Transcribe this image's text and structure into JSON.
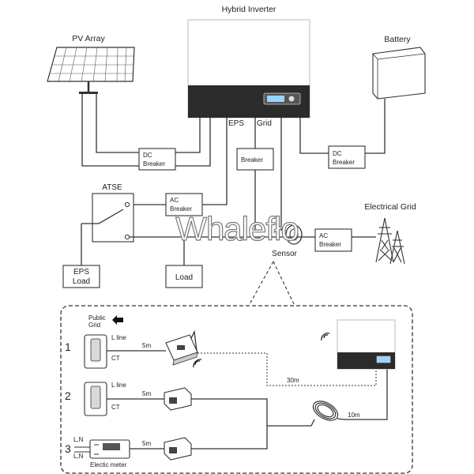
{
  "titles": {
    "inverter": "Hybrid Inverter",
    "pv": "PV Array",
    "battery": "Battery",
    "grid": "Electrical Grid",
    "sensor": "Sensor",
    "atse": "ATSE"
  },
  "ports": {
    "eps": "EPS",
    "grid": "Grid"
  },
  "breakers": {
    "dc_pv": [
      "DC",
      "Breaker"
    ],
    "dc_batt": [
      "DC",
      "Breaker"
    ],
    "grid_port": "Breaker",
    "ac_eps": [
      "AC",
      "Breaker"
    ],
    "ac_grid": [
      "AC",
      "Breaker"
    ]
  },
  "loads": {
    "eps": [
      "EPS",
      "Load"
    ],
    "load": "Load"
  },
  "watermark": "Whalefło",
  "detail": {
    "public_grid": [
      "Public",
      "Grid"
    ],
    "options": [
      {
        "num": "1",
        "line": "L line",
        "ct": "CT",
        "dist": "5m"
      },
      {
        "num": "2",
        "line": "L line",
        "ct": "CT",
        "dist": "5m"
      },
      {
        "num": "3",
        "lines": [
          "L,N",
          "L,N"
        ],
        "meter": "Electic meter",
        "dist": "5m"
      }
    ],
    "dist_wireless": "30m",
    "dist_cable": "10m"
  }
}
